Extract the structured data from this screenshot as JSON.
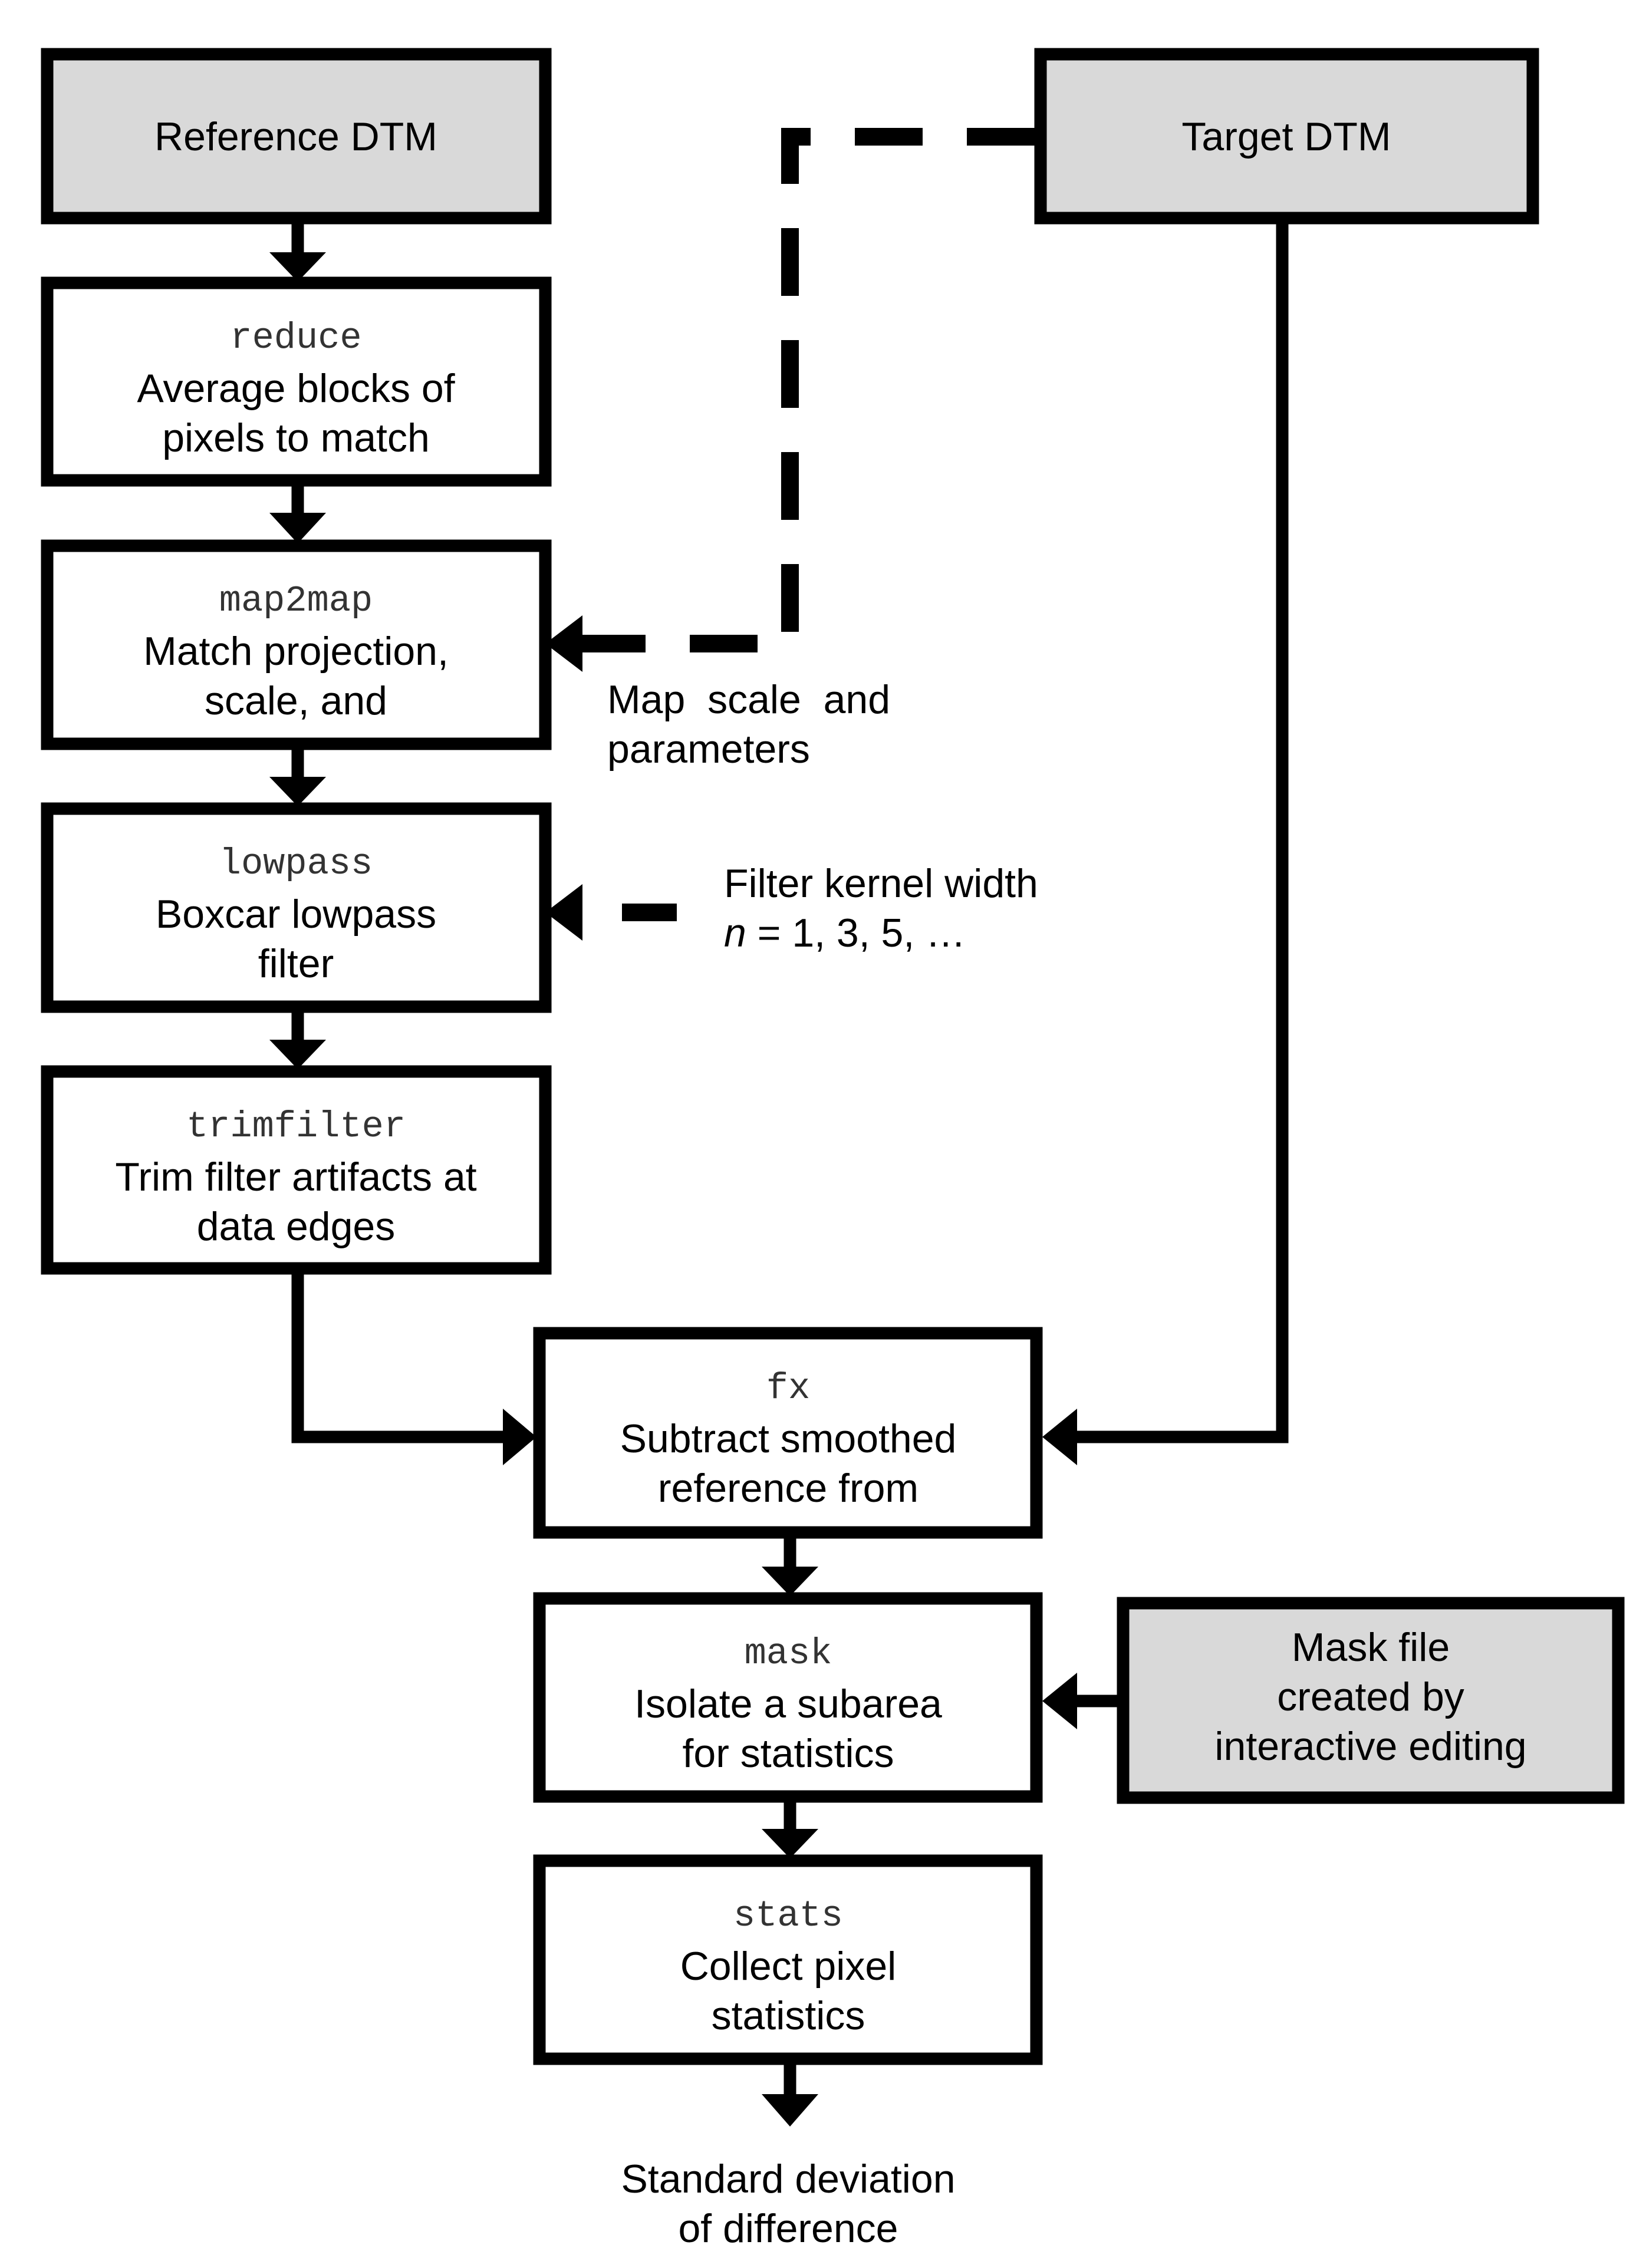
{
  "colors": {
    "input_box_fill": "#d9d9d9",
    "process_box_fill": "#ffffff",
    "line": "#000000"
  },
  "inputs": {
    "reference_dtm": "Reference DTM",
    "target_dtm": "Target DTM",
    "mask_file": [
      "Mask file",
      "created by",
      "interactive editing"
    ]
  },
  "steps": {
    "reduce": {
      "cmd": "reduce",
      "lines": [
        "Average blocks of",
        "pixels to match"
      ]
    },
    "map2map": {
      "cmd": "map2map",
      "lines": [
        "Match projection,",
        "scale, and"
      ]
    },
    "lowpass": {
      "cmd": "lowpass",
      "lines": [
        "Boxcar lowpass",
        "filter"
      ]
    },
    "trimfilter": {
      "cmd": "trimfilter",
      "lines": [
        "Trim filter artifacts at",
        "data edges"
      ]
    },
    "fx": {
      "cmd": "fx",
      "lines": [
        "Subtract smoothed",
        "reference from"
      ]
    },
    "mask": {
      "cmd": "mask",
      "lines": [
        "Isolate a subarea",
        "for statistics"
      ]
    },
    "stats": {
      "cmd": "stats",
      "lines": [
        "Collect pixel",
        "statistics"
      ]
    }
  },
  "annotations": {
    "map_params": [
      "Map  scale  and",
      "parameters"
    ],
    "kernel": {
      "line1": "Filter kernel width",
      "n_var": "n",
      "n_rest": " = 1, 3, 5, …"
    }
  },
  "output": [
    "Standard deviation",
    "of difference"
  ]
}
